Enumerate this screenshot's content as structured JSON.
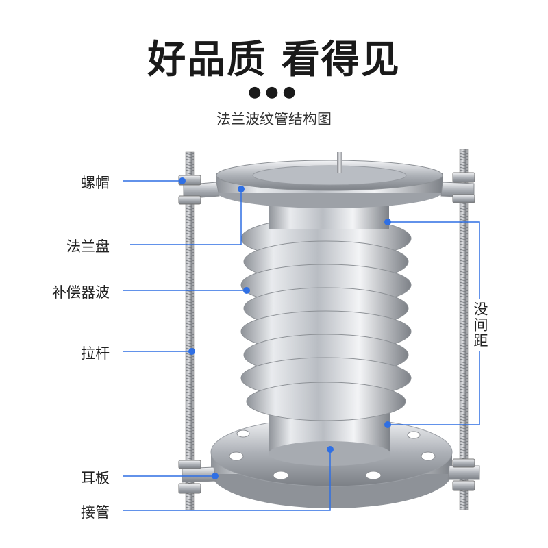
{
  "header": {
    "title": "好品质 看得见",
    "dots": "●●●",
    "subtitle": "法兰波纹管结构图"
  },
  "labels": {
    "nut": "螺帽",
    "flange": "法兰盘",
    "bellows": "补偿器波",
    "tie_rod": "拉杆",
    "lug": "耳板",
    "pipe": "接管",
    "spacing": "没间距"
  },
  "colors": {
    "callout_line": "#2f6fe4",
    "callout_dot": "#2f6fe4",
    "metal": "#c9ccd1"
  }
}
